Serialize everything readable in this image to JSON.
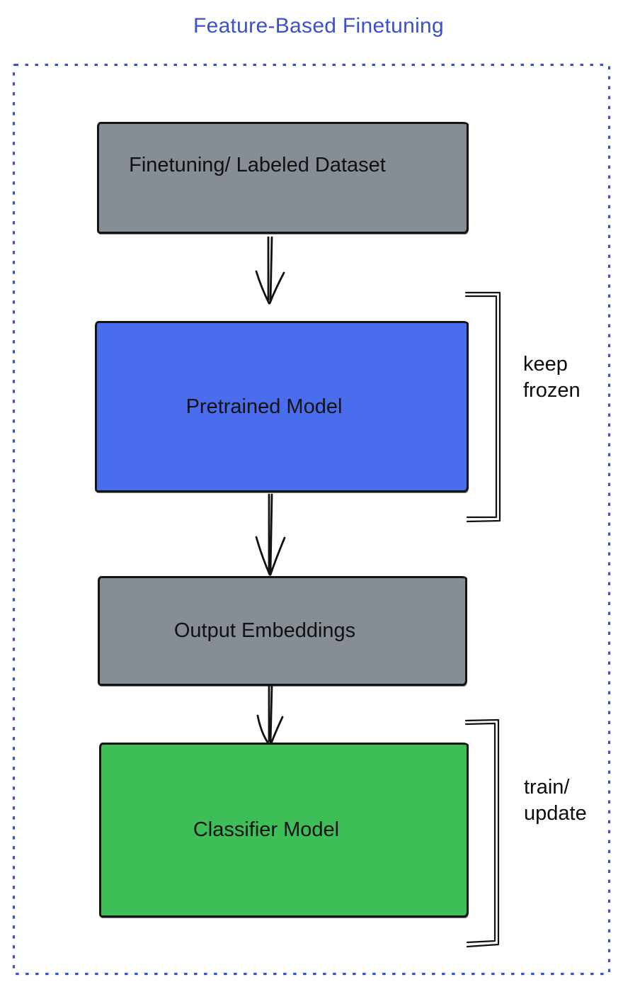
{
  "title": "Feature-Based Finetuning",
  "colors": {
    "accent_blue": "#3B51C9",
    "box_gray": "#878D95",
    "box_blue": "#4A6DEE",
    "box_green": "#3EBE57",
    "stroke": "#111111"
  },
  "nodes": [
    {
      "label": "Finetuning/ Labeled Dataset",
      "fill": "box_gray"
    },
    {
      "label": "Pretrained Model",
      "fill": "box_blue"
    },
    {
      "label": "Output Embeddings",
      "fill": "box_gray"
    },
    {
      "label": "Classifier Model",
      "fill": "box_green"
    }
  ],
  "annotations": [
    {
      "line1": "keep",
      "line2": "frozen"
    },
    {
      "line1": "train/",
      "line2": "update"
    }
  ]
}
